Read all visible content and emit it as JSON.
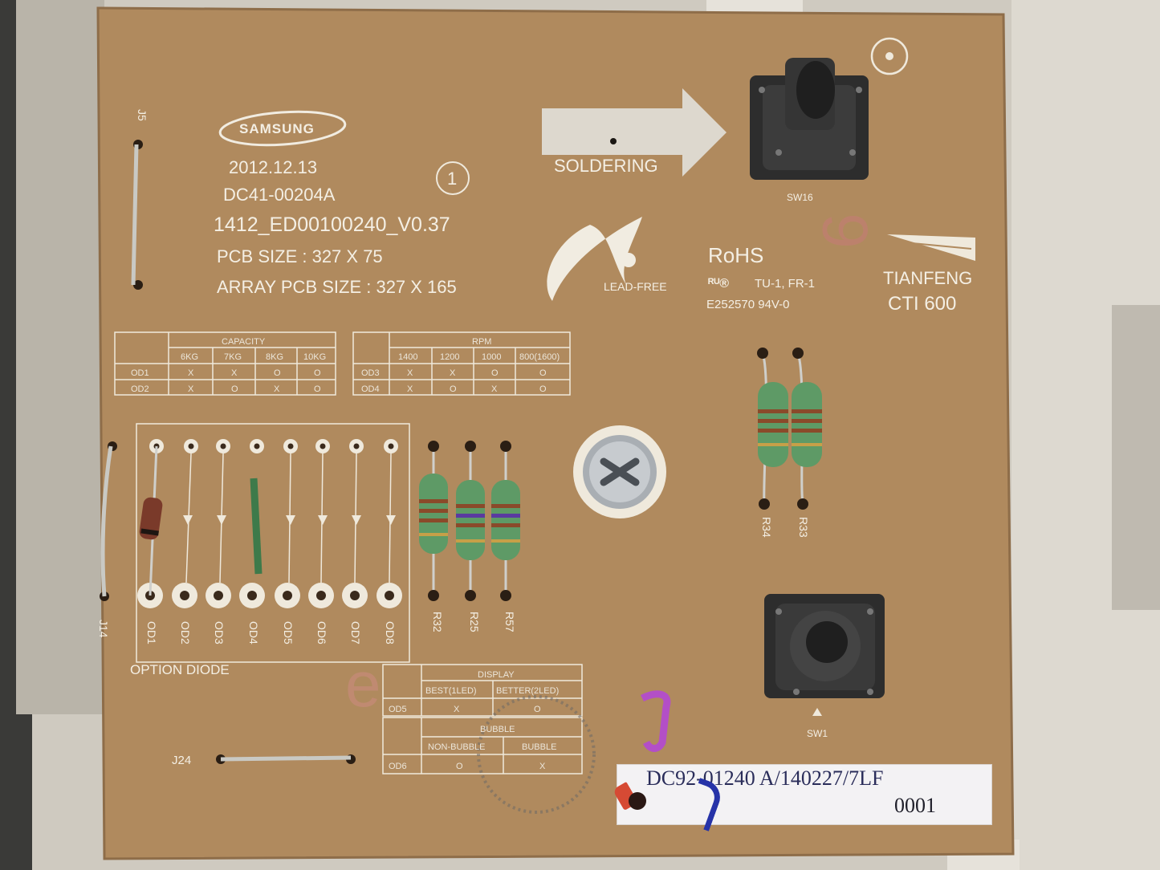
{
  "board": {
    "brand": "SAMSUNG",
    "date": "2012.12.13",
    "part_code": "DC41-00204A",
    "version_line": "1412_ED00100240_V0.37",
    "pcb_size": "PCB SIZE : 327 X 75",
    "array_pcb_size": "ARRAY PCB SIZE : 327 X 165",
    "circle_mark": "1",
    "soldering_label": "SOLDERING",
    "lead_free": "LEAD-FREE",
    "rohs": "RoHS",
    "ul_text": "TU-1, FR-1",
    "ul_code": "E252570 94V-0",
    "maker": "TIANFENG",
    "cti": "CTI 600",
    "option_diode_label": "OPTION DIODE"
  },
  "capacity_table": {
    "title": "CAPACITY",
    "columns": [
      "6KG",
      "7KG",
      "8KG",
      "10KG"
    ],
    "rows": [
      {
        "name": "OD1",
        "cells": [
          "X",
          "X",
          "O",
          "O"
        ]
      },
      {
        "name": "OD2",
        "cells": [
          "X",
          "O",
          "X",
          "O"
        ]
      }
    ]
  },
  "rpm_table": {
    "title": "RPM",
    "columns": [
      "1400",
      "1200",
      "1000",
      "800(1600)"
    ],
    "rows": [
      {
        "name": "OD3",
        "cells": [
          "X",
          "X",
          "O",
          "O"
        ]
      },
      {
        "name": "OD4",
        "cells": [
          "X",
          "O",
          "X",
          "O"
        ]
      }
    ]
  },
  "display_table": {
    "title": "DISPLAY",
    "columns": [
      "BEST(1LED)",
      "BETTER(2LED)"
    ],
    "row": {
      "name": "OD5",
      "cells": [
        "X",
        "O"
      ]
    },
    "sub_title": "BUBBLE",
    "sub_columns": [
      "NON-BUBBLE",
      "BUBBLE"
    ],
    "sub_row": {
      "name": "OD6",
      "cells": [
        "O",
        "X"
      ]
    }
  },
  "designators": {
    "J5": "J5",
    "J14": "J14",
    "J24": "J24",
    "SW16": "SW16",
    "SW1": "SW1",
    "R32": "R32",
    "R25": "R25",
    "R57": "R57",
    "R34": "R34",
    "R33": "R33",
    "diodes": [
      "OD1",
      "OD2",
      "OD3",
      "OD4",
      "OD5",
      "OD6",
      "OD7",
      "OD8"
    ]
  },
  "sticker": {
    "line1": "DC92-01240 A/140227/7LF",
    "line2": "0001"
  }
}
